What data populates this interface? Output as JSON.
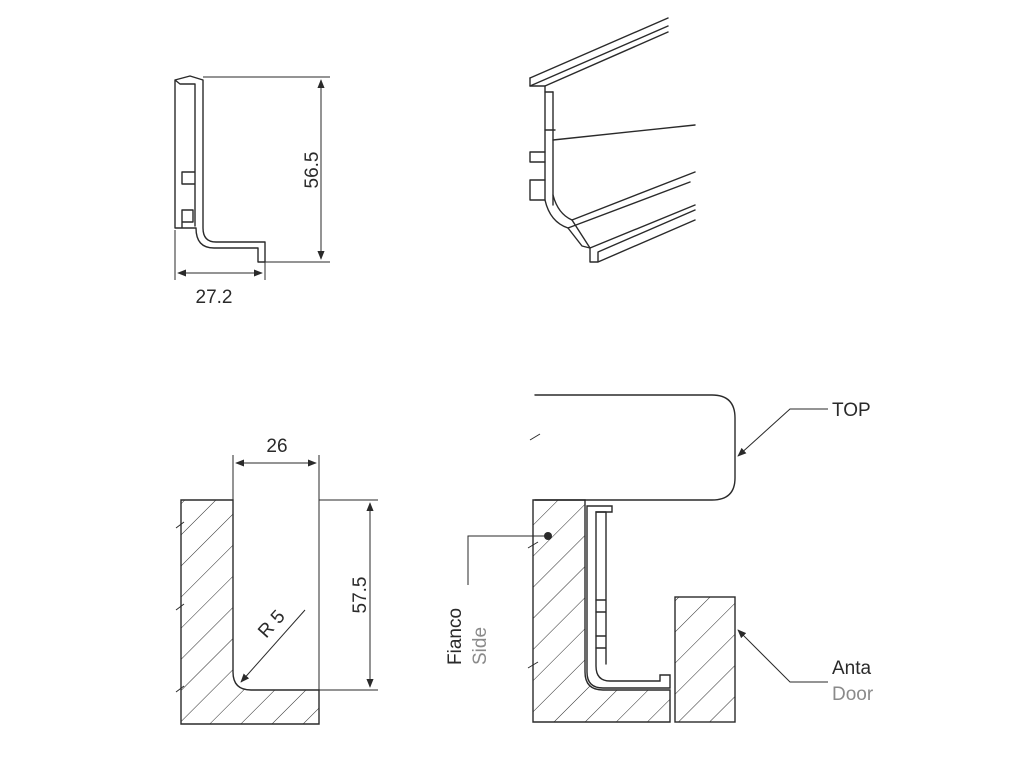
{
  "dimensions": {
    "profile_width": "27.2",
    "profile_height": "56.5",
    "groove_width": "26",
    "groove_depth": "57.5",
    "groove_radius": "R 5"
  },
  "labels": {
    "top": "TOP",
    "side_it": "Fianco",
    "side_en": "Side",
    "door_it": "Anta",
    "door_en": "Door"
  },
  "colors": {
    "line": "#2a2a2a",
    "secondary_text": "#8a8a8a"
  }
}
